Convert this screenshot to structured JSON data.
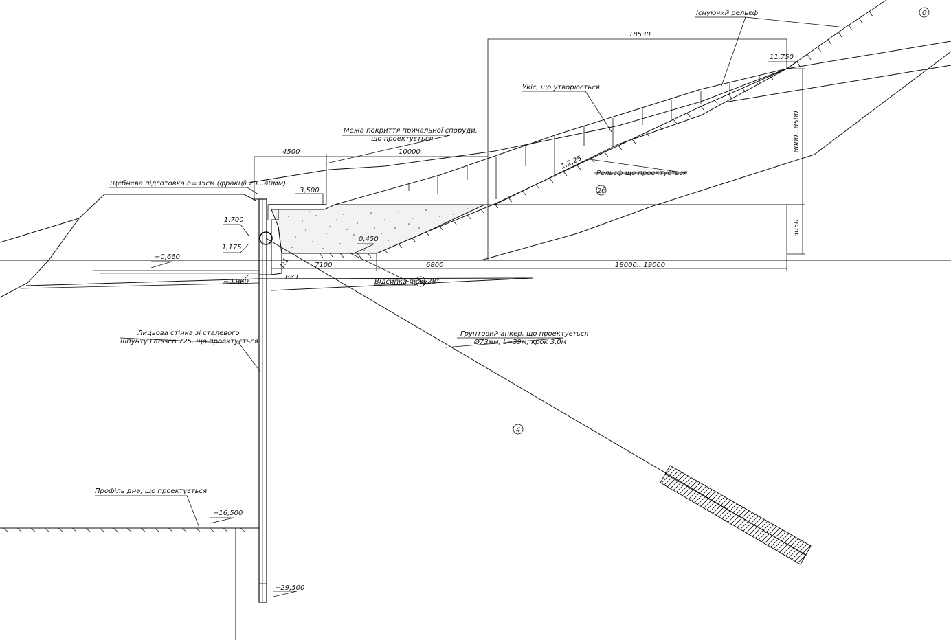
{
  "labels": {
    "existing_relief": "Існуючий рельєф",
    "slope_formed": "Укіс, що утворюється",
    "coverage_line1": "Межа покриття причальної споруди,",
    "coverage_line2": "що проектується",
    "gravel": "Щебнева підготовка h=35см (фракції 20...40мм)",
    "relief_designed": "Рельєф що проектується",
    "sand_fill": "Відсипка піску",
    "wall_line1": "Лицьова стінка зі сталевого",
    "wall_line2": "шпунту Larssen 725, що проектується",
    "anchor_line1": "Грунтовий анкер, що проектується",
    "anchor_line2": "Ø73мм; L=39м; крок 3,0м",
    "bottom_profile": "Профіль дна, що проектується",
    "slope_ratio_1": "1:2,25",
    "slope_ratio_2": "1:1",
    "angle": "28°",
    "node_vk1": "ВК1"
  },
  "dimensions": {
    "d18530": "18530",
    "d4500": "4500",
    "d10000": "10000",
    "d7100": "7100",
    "d6800": "6800",
    "d18000": "18000...19000",
    "d8000": "8000...8500",
    "d3050": "3050"
  },
  "elevations": {
    "e11750": "11,750",
    "e3500": "3,500",
    "e1700": "1,700",
    "e1175": "1,175",
    "e0450": "0,450",
    "em0660": "−0,660",
    "em0960": "−0,960",
    "em16500": "−16,500",
    "em29500": "−29,500"
  },
  "markers": {
    "m0": "0",
    "m2b": "2б",
    "m2a": "2а",
    "m4": "4"
  }
}
